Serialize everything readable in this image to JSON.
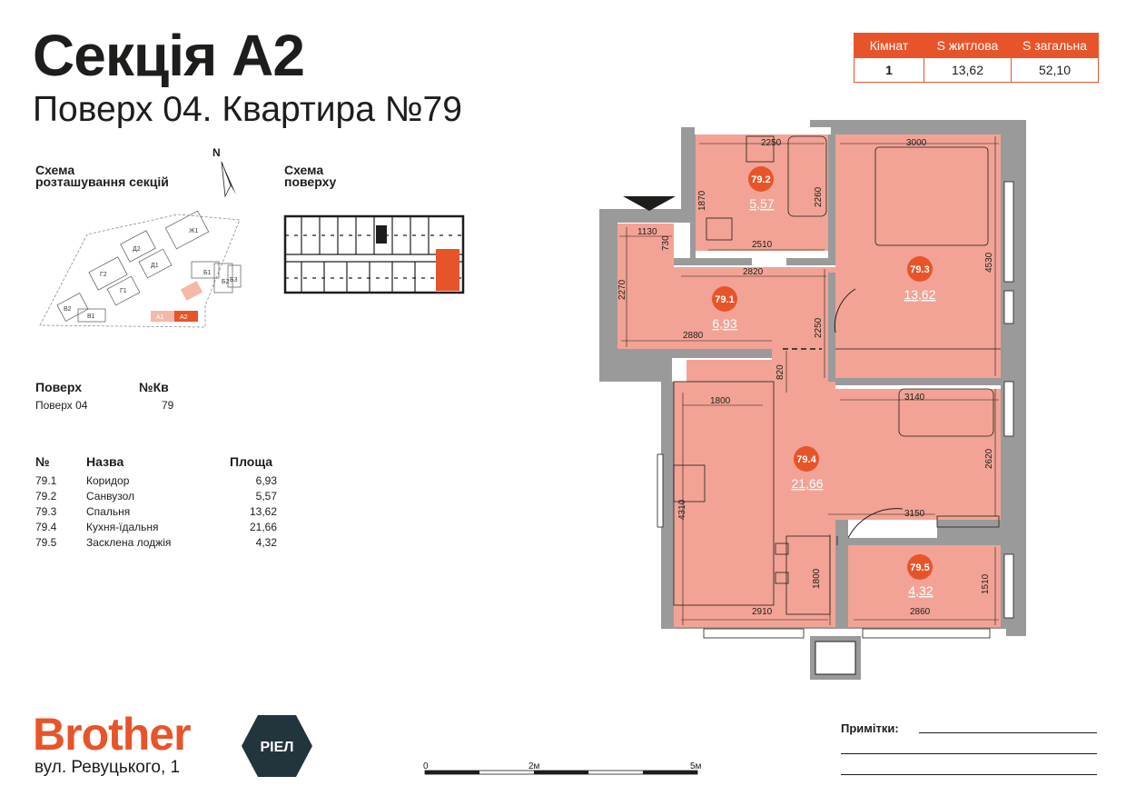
{
  "header": {
    "title": "Секція А2",
    "subtitle": "Поверх 04. Квартира №79"
  },
  "stats": {
    "headers": [
      "Кімнат",
      "S житлова",
      "S загальна"
    ],
    "values": [
      "1",
      "13,62",
      "52,10"
    ]
  },
  "compass": {
    "north": "N"
  },
  "schemes": {
    "sections_label_1": "Схема",
    "sections_label_2": "розташування секцій",
    "floor_label_1": "Схема",
    "floor_label_2": "поверху",
    "section_codes": [
      "Ж1",
      "Д2",
      "Д1",
      "Г2",
      "Г1",
      "Б1",
      "Б2",
      "Б3",
      "В2",
      "В1",
      "А1",
      "А2"
    ]
  },
  "floor_info": {
    "floor_header": "Поверх",
    "apt_header": "№Кв",
    "floor_value": "Поверх 04",
    "apt_value": "79"
  },
  "rooms_table": {
    "headers": [
      "№",
      "Назва",
      "Площа"
    ],
    "rows": [
      {
        "num": "79.1",
        "name": "Коридор",
        "area": "6,93"
      },
      {
        "num": "79.2",
        "name": "Санвузол",
        "area": "5,57"
      },
      {
        "num": "79.3",
        "name": "Спальня",
        "area": "13,62"
      },
      {
        "num": "79.4",
        "name": "Кухня-їдальня",
        "area": "21,66"
      },
      {
        "num": "79.5",
        "name": "Засклена лоджія",
        "area": "4,32"
      }
    ]
  },
  "plan": {
    "rooms": [
      {
        "id": "79.1",
        "area": "6,93"
      },
      {
        "id": "79.2",
        "area": "5,57"
      },
      {
        "id": "79.3",
        "area": "13,62"
      },
      {
        "id": "79.4",
        "area": "21,66"
      },
      {
        "id": "79.5",
        "area": "4,32"
      }
    ],
    "dimensions": [
      "2250",
      "3000",
      "1870",
      "2260",
      "2510",
      "1130",
      "730",
      "2820",
      "2270",
      "4530",
      "2880",
      "2250",
      "820",
      "1800",
      "3140",
      "2620",
      "4310",
      "3150",
      "1800",
      "1510",
      "2910",
      "2860"
    ]
  },
  "brand": {
    "name": "Brother",
    "badge": "РІЕЛ",
    "address": "вул. Ревуцького, 1"
  },
  "scale": {
    "labels": [
      "0",
      "2м",
      "5м"
    ]
  },
  "notes": {
    "label": "Примітки:"
  },
  "colors": {
    "accent": "#e8542a",
    "room_fill": "#f2a395",
    "wall": "#9a9a9a",
    "dark": "#1d1d1b",
    "badge_dark": "#22343c"
  }
}
